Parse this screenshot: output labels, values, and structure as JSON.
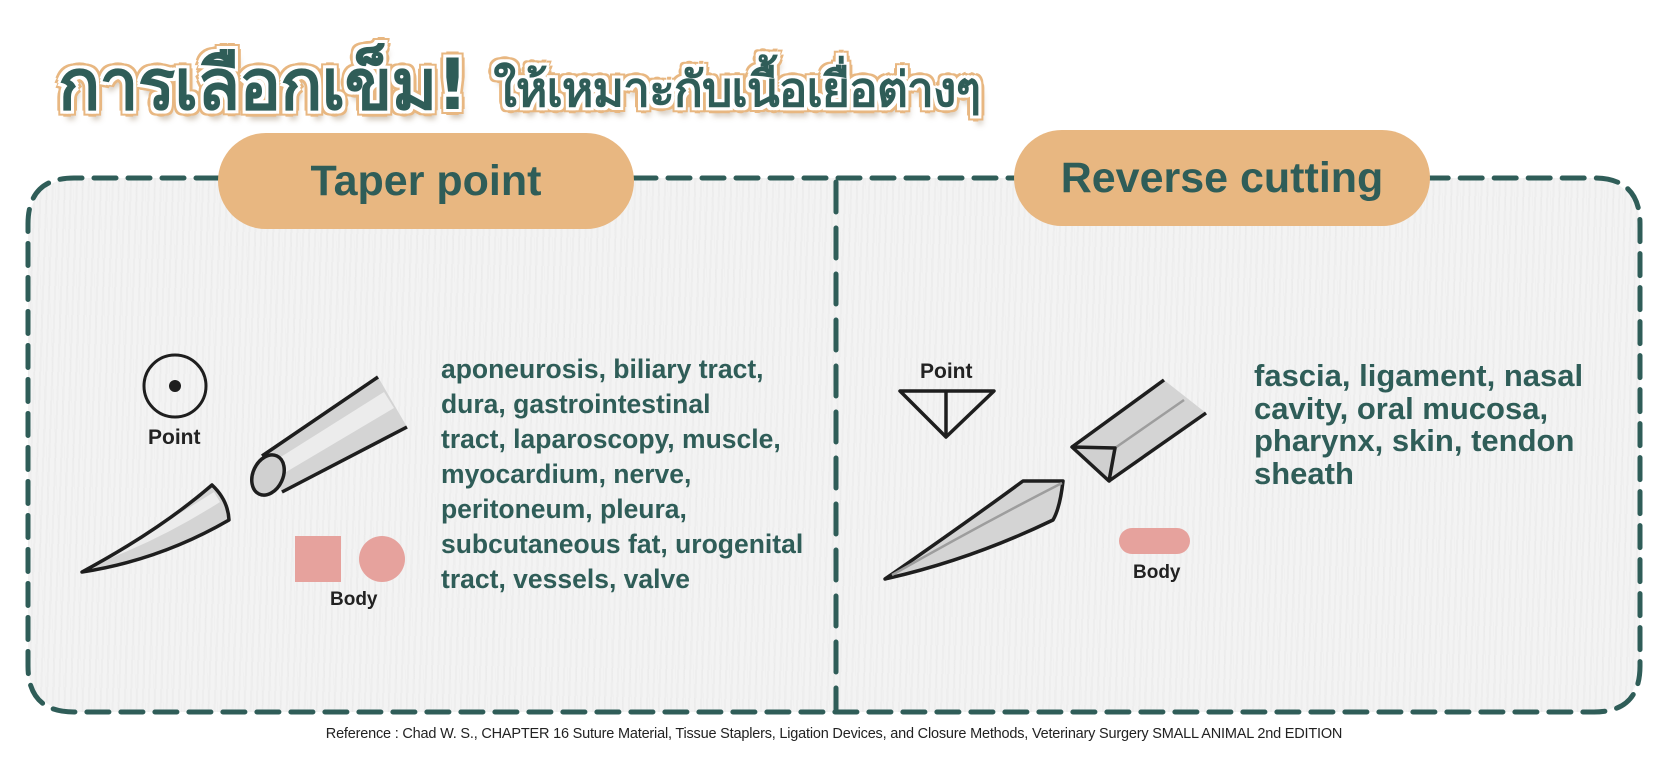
{
  "title": {
    "main": "การเลือกเข็ม!",
    "sub": "ให้เหมาะกับเนื้อเยื่อต่างๆ"
  },
  "colors": {
    "primary_text": "#2f5d58",
    "accent_pill": "#e8b781",
    "body_shape": "#e6a29d",
    "needle_fill": "#d4d4d4",
    "needle_highlight": "#ececec",
    "outline": "#1e1e1e"
  },
  "sections": [
    {
      "heading": "Taper point",
      "point_label": "Point",
      "point_icon": "circle-with-center-dot",
      "body_label": "Body",
      "body_icons": [
        "square",
        "circle"
      ],
      "tissues": "aponeurosis, biliary tract, dura, gastrointestinal tract, laparoscopy, muscle, myocardium, nerve, peritoneum, pleura, subcutaneous fat, urogenital tract, vessels, valve",
      "tissue_lines": [
        "aponeurosis, biliary tract,",
        "dura, gastrointestinal",
        "tract, laparoscopy, muscle,",
        "myocardium, nerve,",
        "peritoneum, pleura,",
        "subcutaneous fat, urogenital",
        "tract, vessels, valve"
      ]
    },
    {
      "heading": "Reverse cutting",
      "point_label": "Point",
      "point_icon": "inverted-triangle-with-center-line",
      "body_label": "Body",
      "body_icons": [
        "rounded-rectangle"
      ],
      "tissues": "fascia, ligament, nasal cavity, oral mucosa, pharynx, skin, tendon sheath",
      "tissue_lines": [
        "fascia, ligament, nasal",
        "cavity, oral mucosa,",
        "pharynx, skin, tendon",
        "sheath"
      ]
    }
  ],
  "reference": "Reference : Chad W. S., CHAPTER 16 Suture Material, Tissue Staplers, Ligation Devices, and Closure Methods, Veterinary Surgery SMALL  ANIMAL 2nd  EDITION"
}
